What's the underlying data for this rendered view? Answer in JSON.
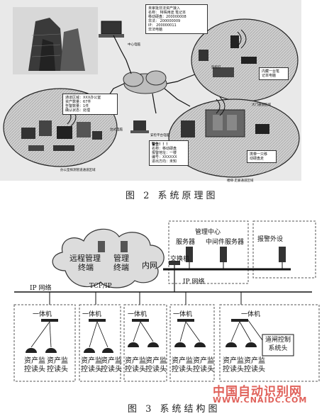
{
  "figure2": {
    "caption": "图 2   系统原理图",
    "top_note": [
      "未审批非法资产接入",
      "名称：  特殊用途 笔记本",
      "移动硬盘：200000008",
      "非法：  200000009",
      "IP：   200000011 ",
      "非法电脑"
    ],
    "center_pc": "中心电脑",
    "left_note": [
      "通道区域：XXX办公室",
      "资产数量：67件",
      "告警数量：1件",
      "确认状态：处理"
    ],
    "desk_label": "台式电脑",
    "terminal_label": "安检平台电脑",
    "warn_note": [
      "警告！！！",
      "名称：移动硬盘",
      "报警地址：一楼",
      "编号：XXXXXX",
      "进出方向：未知"
    ],
    "guard_lamp": "监控灯",
    "door_note": [
      "内藏一台笔",
      "记本电脑"
    ],
    "bag_note": [
      "携带一只移",
      "动硬盘走"
    ],
    "region_left": "办公室探测管道通道区域",
    "region_top_right": "大门通道区域",
    "region_bottom_right": "楼梯·走廊通道区域"
  },
  "figure3": {
    "caption": "图 3   系统结构图",
    "remote_terminal": [
      "远程管理",
      "终端"
    ],
    "mgmt_terminal": [
      "管理",
      "终端"
    ],
    "intranet": "内网",
    "mgmt_center": "管理中心",
    "server": "服务器",
    "middleware_server": "中间件服务器",
    "alarm_peripheral": "报警外设",
    "switch": "交换机",
    "ip_network_left": "IP 网络",
    "tcp_ip": "TCP/IP",
    "ip_network_right": "IP 网络",
    "unit_label": "一体机",
    "reader_label": [
      "资产监",
      "控读头"
    ],
    "gate_control": [
      "道闸控制",
      "系统头"
    ]
  },
  "watermark": {
    "cn": "中国自动识别网",
    "en": "WWW.CNAIDC.COM",
    "cn_color": "#e0615a",
    "en_color": "#e0615a"
  }
}
